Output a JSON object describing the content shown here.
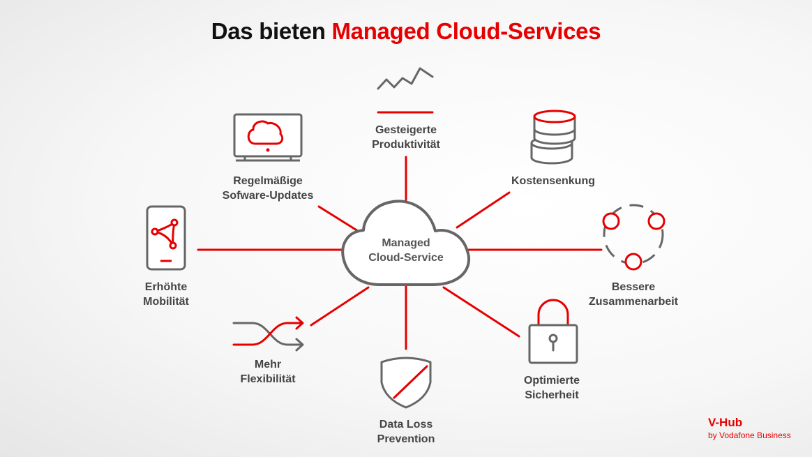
{
  "title": {
    "prefix": "Das bieten",
    "accent": "Managed Cloud-Services"
  },
  "center": {
    "line1": "Managed",
    "line2": "Cloud-Service"
  },
  "nodes": [
    {
      "id": "produktivitaet",
      "line1": "Gesteigerte",
      "line2": "Produktivität",
      "icon": "trend-chart-icon"
    },
    {
      "id": "kosten",
      "line1": "Kostensenkung",
      "line2": "",
      "icon": "coin-stack-icon"
    },
    {
      "id": "zusammenarbeit",
      "line1": "Bessere",
      "line2": "Zusammenarbeit",
      "icon": "network-circle-icon"
    },
    {
      "id": "sicherheit",
      "line1": "Optimierte",
      "line2": "Sicherheit",
      "icon": "padlock-icon"
    },
    {
      "id": "dlp",
      "line1": "Data Loss",
      "line2": "Prevention",
      "icon": "shield-icon"
    },
    {
      "id": "flexibilitaet",
      "line1": "Mehr",
      "line2": "Flexibilität",
      "icon": "shuffle-arrows-icon"
    },
    {
      "id": "mobilitaet",
      "line1": "Erhöhte",
      "line2": "Mobilität",
      "icon": "smartphone-icon"
    },
    {
      "id": "updates",
      "line1": "Regelmäßige",
      "line2": "Sofware-Updates",
      "icon": "cloud-monitor-icon"
    }
  ],
  "brand": {
    "name": "V-Hub",
    "tagline": "by Vodafone Business"
  },
  "colors": {
    "accent": "#e60000",
    "icon_gray": "#666666",
    "text_gray": "#444444"
  }
}
